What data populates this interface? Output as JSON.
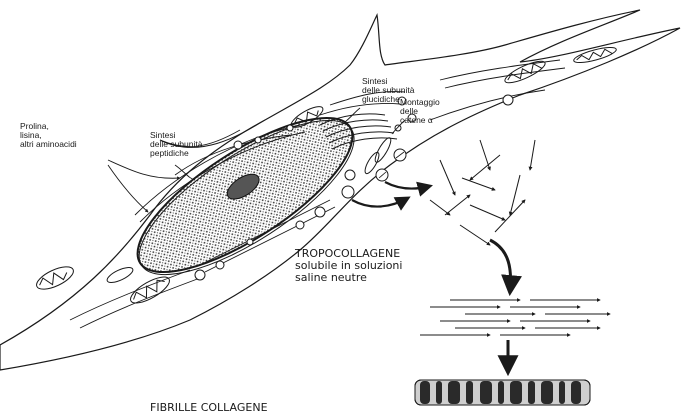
{
  "labels": {
    "amino": "Prolina,\nlisina,\naltri aminoacidi",
    "peptide": "Sintesi\ndelle subunità\npeptidiche",
    "glucid": "Sintesi\ndelle subunità\nglucidiche",
    "montaggio": "Montaggio\ndelle\ncatene α",
    "tropo": "TROPOCOLLAGENE\nsolubile in soluzioni\nsaline neutre",
    "fibrille": "FIBRILLE COLLAGENE"
  },
  "colors": {
    "ink": "#1a1a1a",
    "nucleus": "#3a3a3a"
  }
}
